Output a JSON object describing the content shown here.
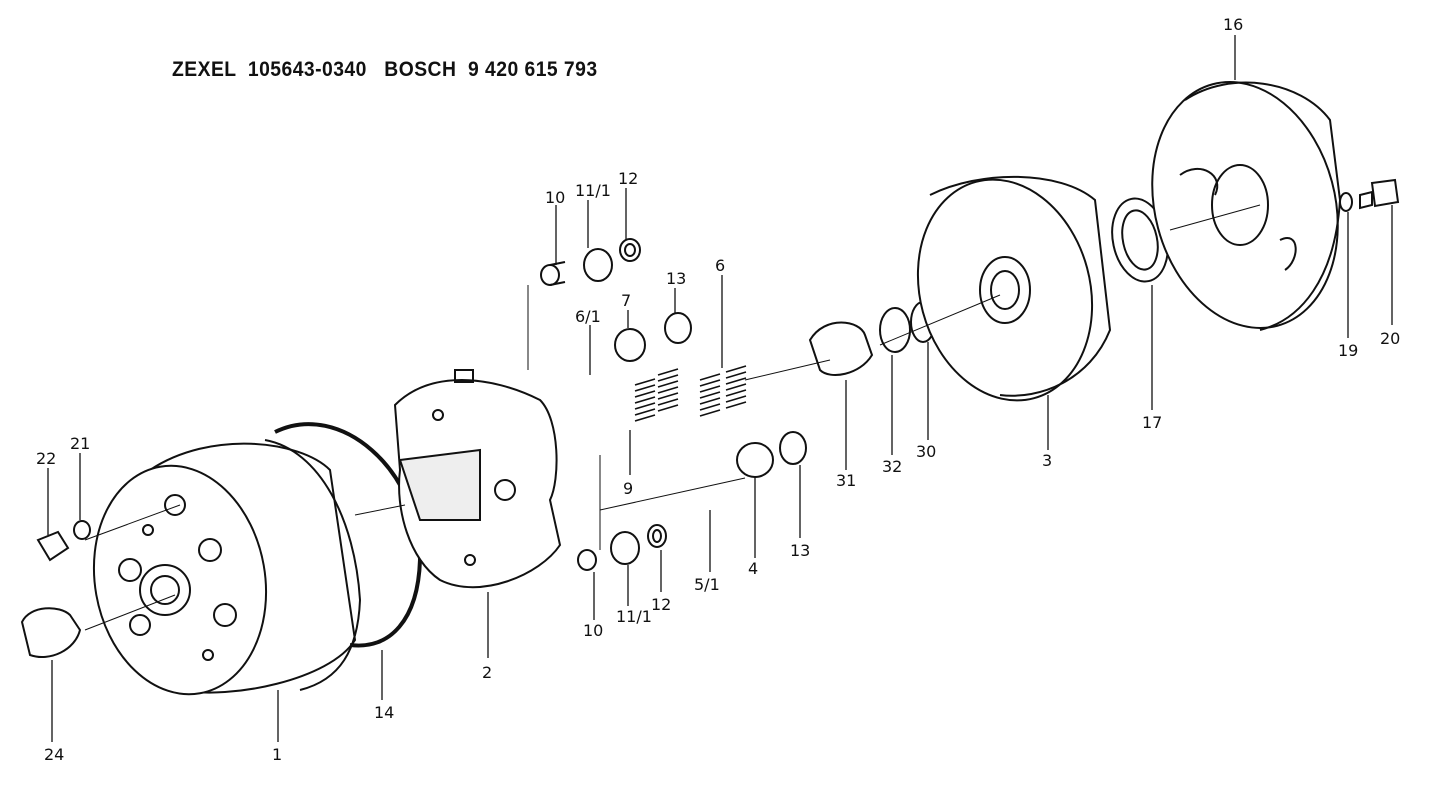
{
  "title": "ZEXEL  105643-0340   BOSCH  9 420 615 793",
  "labels": [
    "16",
    "10",
    "11/1",
    "12",
    "13",
    "7",
    "6/1",
    "6",
    "22",
    "21",
    "9",
    "24",
    "1",
    "14",
    "2",
    "10",
    "11/1",
    "12",
    "4",
    "5/1",
    "13",
    "31",
    "32",
    "30",
    "3",
    "17",
    "19",
    "20"
  ]
}
